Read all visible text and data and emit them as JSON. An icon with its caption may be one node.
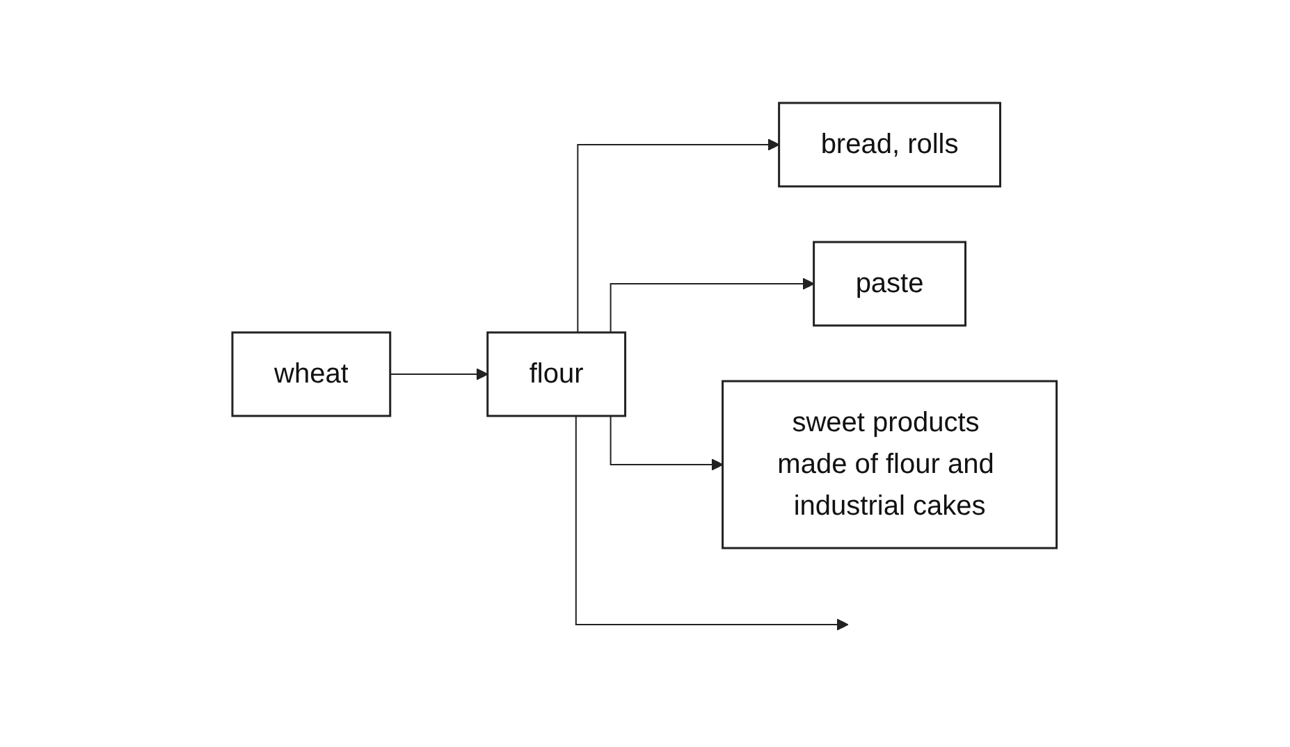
{
  "diagram": {
    "nodes": [
      {
        "text": [
          "wheat"
        ]
      },
      {
        "text": [
          "flour"
        ]
      },
      {
        "text": [
          "bread, rolls"
        ]
      },
      {
        "text": [
          "paste"
        ]
      },
      {
        "text": [
          "sweet products made of flour and industrial cakes"
        ]
      }
    ],
    "edges": [
      {
        "from": 0,
        "to": 1,
        "arrow": "to"
      },
      {
        "from": 1,
        "to": 2,
        "arrow": "to"
      },
      {
        "from": 1,
        "to": 3,
        "arrow": "to"
      },
      {
        "from": 1,
        "to": 4,
        "arrow": "to"
      },
      {
        "from": 1,
        "to": null,
        "arrow": "to"
      }
    ]
  }
}
